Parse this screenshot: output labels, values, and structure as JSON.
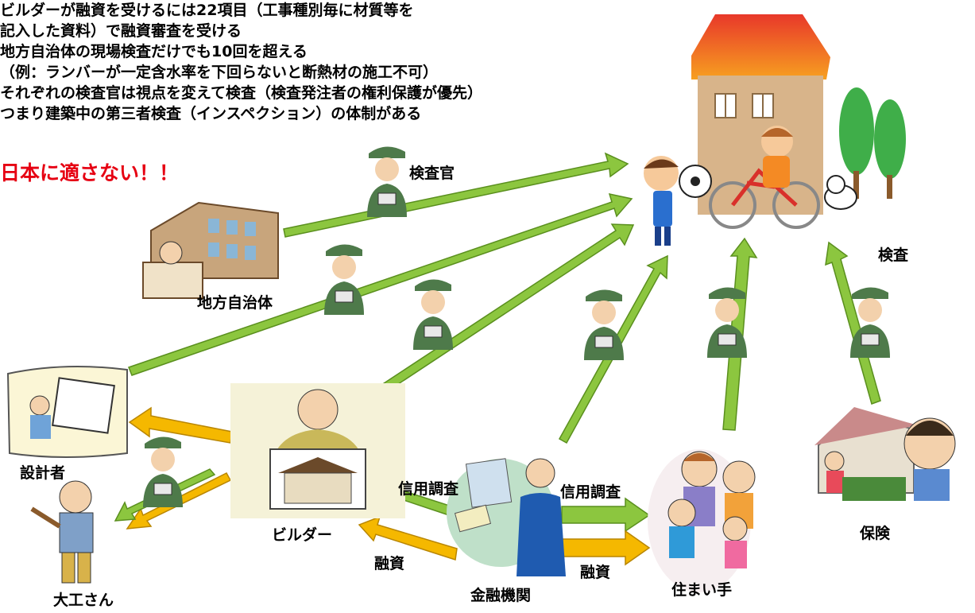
{
  "notes": {
    "lines": [
      "ビルダーが融資を受けるには22項目（工事種別毎に材質等を",
      "記入した資料）で融資審査を受ける",
      "地方自治体の現場検査だけでも10回を超える",
      "（例：ランバーが一定含水率を下回らないと断熱材の施工不可）",
      "それぞれの検査官は視点を変えて検査（検査発注者の権利保護が優先）",
      "つまり建築中の第三者検査（インスペクション）の体制がある"
    ],
    "warning": "日本に適さない！！"
  },
  "labels": {
    "inspector": "検査官",
    "local_gov": "地方自治体",
    "inspection": "検査",
    "designer": "設計者",
    "builder": "ビルダー",
    "carpenter": "大工さん",
    "finance": "金融機関",
    "resident": "住まい手",
    "insurance": "保険",
    "credit_check_left": "信用調査",
    "credit_check_right": "信用調査",
    "loan_left": "融資",
    "loan_right": "融資"
  },
  "colors": {
    "green_arrow": "#8cc63f",
    "green_arrow_edge": "#5a8f1e",
    "orange_arrow": "#f5b800",
    "warning": "#e60012"
  }
}
